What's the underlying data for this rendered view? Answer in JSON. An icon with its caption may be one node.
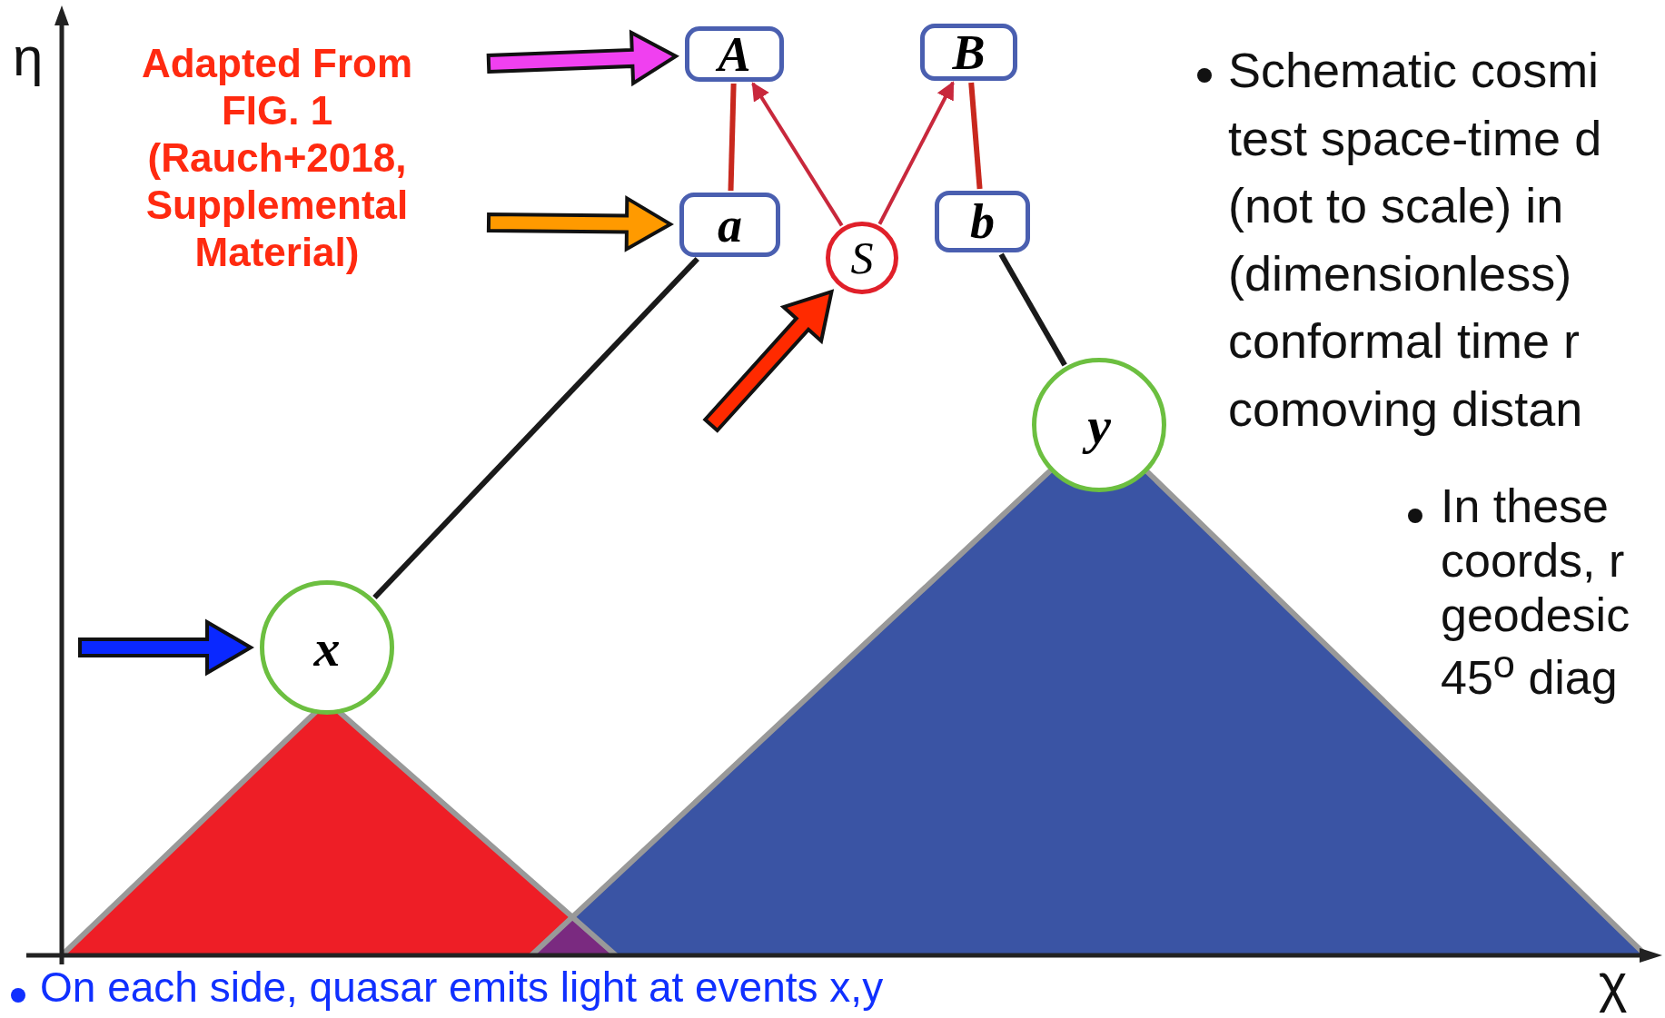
{
  "diagram": {
    "nodes": [
      {
        "text": [
          "A"
        ]
      },
      {
        "text": [
          "B"
        ]
      },
      {
        "text": [
          "a"
        ]
      },
      {
        "text": [
          "b"
        ]
      },
      {
        "text": [
          "S"
        ]
      },
      {
        "text": [
          "y"
        ]
      },
      {
        "text": [
          "x"
        ]
      }
    ],
    "edges": [
      {
        "from": 6,
        "to": 2,
        "arrow": "none"
      },
      {
        "from": 5,
        "to": 3,
        "arrow": "none"
      },
      {
        "from": 2,
        "to": 0,
        "arrow": "none",
        "color": "#c8281e"
      },
      {
        "from": 3,
        "to": 1,
        "arrow": "none",
        "color": "#c8281e"
      },
      {
        "from": 4,
        "to": 0,
        "arrow": "to",
        "color": "#c8283c"
      },
      {
        "from": 4,
        "to": 1,
        "arrow": "to",
        "color": "#c8283c"
      },
      {
        "from": null,
        "to": 0,
        "arrow": "to",
        "style": "thick",
        "color": "#f040f0"
      },
      {
        "from": null,
        "to": 2,
        "arrow": "to",
        "style": "thick",
        "color": "#ff9a00"
      },
      {
        "from": null,
        "to": 6,
        "arrow": "to",
        "style": "thick",
        "color": "#0a28ff"
      },
      {
        "from": null,
        "to": 4,
        "arrow": "to",
        "style": "thick",
        "color": "#ff2a00"
      }
    ],
    "labels": [
      "Adapted From FIG. 1 (Rauch+2018, Supplemental Material)",
      "η",
      "χ",
      "Schematic cosmi test space-time d (not to scale) in (dimensionless) conformal time r comoving distan",
      "In these coords, r geodesic 45$^{o}$ diag",
      "On each side, quasar emits light at events x,y"
    ]
  }
}
